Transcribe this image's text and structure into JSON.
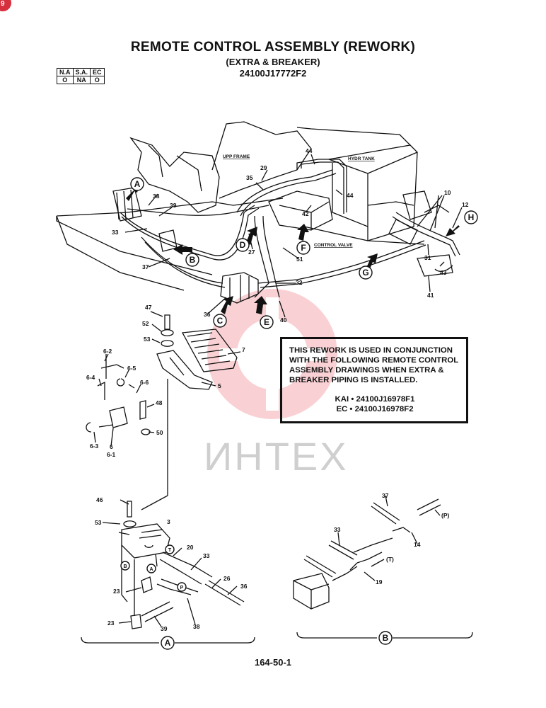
{
  "header": {
    "title": "REMOTE CONTROL ASSEMBLY (REWORK)",
    "subtitle": "(EXTRA & BREAKER)",
    "drawing_number": "24100J17772F2"
  },
  "availability_table": {
    "headers": [
      "N.A",
      "S.A.",
      "EC"
    ],
    "values": [
      "O",
      "NA",
      "O"
    ]
  },
  "notice": {
    "lines": [
      "THIS REWORK IS USED IN CONJUNCTION",
      "WITH THE FOLLOWING REMOTE CONTROL",
      "ASSEMBLY DRAWINGS WHEN EXTRA &",
      "BREAKER PIPING IS INSTALLED."
    ],
    "refs": [
      "KAI • 24100J16978F1",
      "EC • 24100J16978F2"
    ]
  },
  "labels": {
    "upp_frame": "UPP FRAME",
    "hydr_tank": "HYDR TANK",
    "control_valve": "CONTROL VALVE"
  },
  "part_numbers": {
    "p44a": "44",
    "p29": "29",
    "p35": "35",
    "p44b": "44",
    "p42": "42",
    "p27": "27",
    "p51": "51",
    "p10": "10",
    "p12": "12",
    "p31": "31",
    "p43": "43",
    "p41": "41",
    "p32": "32",
    "p40": "40",
    "p36": "36",
    "p38": "38",
    "p39": "39",
    "p33": "33",
    "p37": "37",
    "p47": "47",
    "p52": "52",
    "p53": "53",
    "p7": "7",
    "p5": "5",
    "p62": "6-2",
    "p64": "6-4",
    "p65": "6-5",
    "p66": "6-6",
    "p48": "48",
    "p63": "6-3",
    "p6": "6",
    "p61": "6-1",
    "p50": "50",
    "pA46": "46",
    "pA53": "53",
    "pA3": "3",
    "pA20": "20",
    "pA33": "33",
    "pA26": "26",
    "pA36": "36",
    "pA23a": "23",
    "pA23b": "23",
    "pA39": "39",
    "pA38": "38",
    "pB37": "37",
    "pBP": "(P)",
    "pB33": "33",
    "pB14": "14",
    "pBT": "(T)",
    "pB19": "19"
  },
  "callouts": {
    "A": "A",
    "B": "B",
    "C": "C",
    "D": "D",
    "E": "E",
    "F": "F",
    "G": "G",
    "H": "H",
    "subA": "A",
    "subB": "B",
    "portT": "T",
    "portP": "P",
    "portB": "B",
    "portA": "A"
  },
  "watermark": "ИНТЕХ",
  "page_number": "164-50-1"
}
